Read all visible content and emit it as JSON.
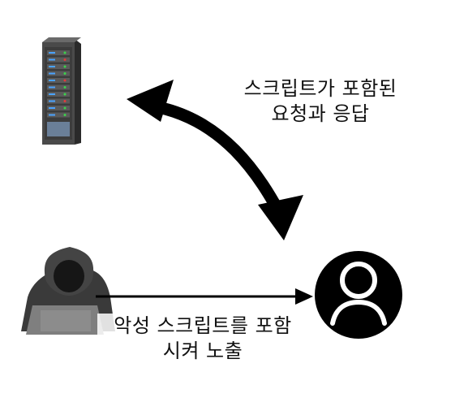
{
  "labels": {
    "server_user_line1": "스크립트가 포함된",
    "server_user_line2": "요청과 응답",
    "attacker_user_line1": "악성 스크립트를 포함",
    "attacker_user_line2": "시켜 노출"
  },
  "icons": {
    "server": "server-rack-icon",
    "attacker": "hooded-hacker-icon",
    "victim": "user-avatar-icon"
  },
  "colors": {
    "ink": "#000000",
    "server_body": "#3a3a3a",
    "server_front": "#5a5a5a",
    "led_green": "#3cd34a",
    "led_red": "#e23b3b",
    "led_blue": "#4aa3ff"
  }
}
